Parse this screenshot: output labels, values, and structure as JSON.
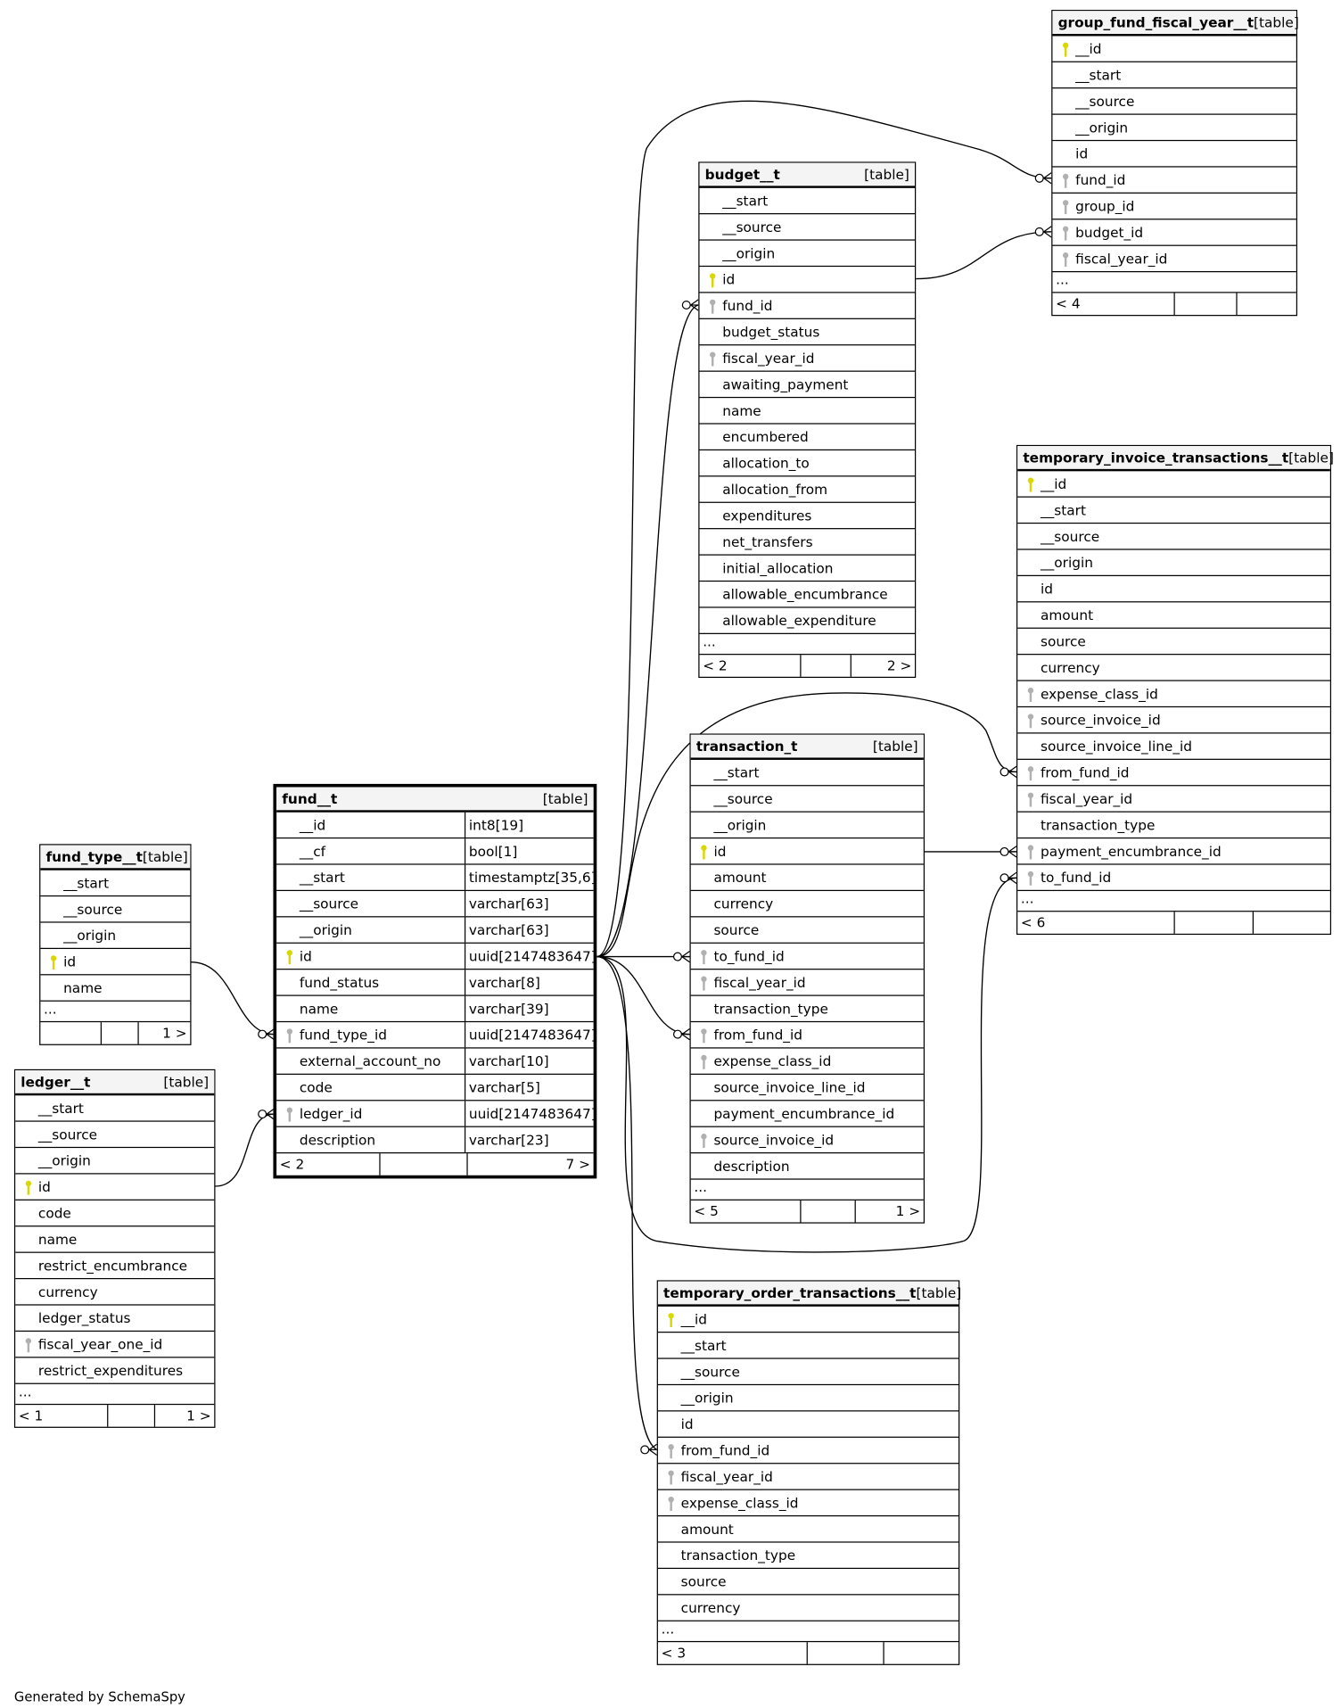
{
  "footer_note": "Generated by SchemaSpy",
  "colors": {
    "pk_key": "#d8d800",
    "fk_key": "#b0b0b0",
    "header_bg": "#f4f4f4"
  },
  "tables": [
    {
      "id": "group_fund_fiscal_year",
      "name": "group_fund_fiscal_year__t",
      "kind": "[table]",
      "columns": [
        {
          "name": "__id",
          "key": "pk"
        },
        {
          "name": "__start"
        },
        {
          "name": "__source"
        },
        {
          "name": "__origin"
        },
        {
          "name": "id"
        },
        {
          "name": "fund_id",
          "key": "fk"
        },
        {
          "name": "group_id",
          "key": "fk"
        },
        {
          "name": "budget_id",
          "key": "fk"
        },
        {
          "name": "fiscal_year_id",
          "key": "fk"
        }
      ],
      "more": "...",
      "footer": [
        "< 4",
        "",
        ""
      ]
    },
    {
      "id": "budget",
      "name": "budget__t",
      "kind": "[table]",
      "columns": [
        {
          "name": "__start"
        },
        {
          "name": "__source"
        },
        {
          "name": "__origin"
        },
        {
          "name": "id",
          "key": "pk"
        },
        {
          "name": "fund_id",
          "key": "fk"
        },
        {
          "name": "budget_status"
        },
        {
          "name": "fiscal_year_id",
          "key": "fk"
        },
        {
          "name": "awaiting_payment"
        },
        {
          "name": "name"
        },
        {
          "name": "encumbered"
        },
        {
          "name": "allocation_to"
        },
        {
          "name": "allocation_from"
        },
        {
          "name": "expenditures"
        },
        {
          "name": "net_transfers"
        },
        {
          "name": "initial_allocation"
        },
        {
          "name": "allowable_encumbrance"
        },
        {
          "name": "allowable_expenditure"
        }
      ],
      "more": "...",
      "footer": [
        "< 2",
        "",
        "2 >"
      ]
    },
    {
      "id": "temp_invoice",
      "name": "temporary_invoice_transactions__t",
      "kind": "[table]",
      "columns": [
        {
          "name": "__id",
          "key": "pk"
        },
        {
          "name": "__start"
        },
        {
          "name": "__source"
        },
        {
          "name": "__origin"
        },
        {
          "name": "id"
        },
        {
          "name": "amount"
        },
        {
          "name": "source"
        },
        {
          "name": "currency"
        },
        {
          "name": "expense_class_id",
          "key": "fk"
        },
        {
          "name": "source_invoice_id",
          "key": "fk"
        },
        {
          "name": "source_invoice_line_id"
        },
        {
          "name": "from_fund_id",
          "key": "fk"
        },
        {
          "name": "fiscal_year_id",
          "key": "fk"
        },
        {
          "name": "transaction_type"
        },
        {
          "name": "payment_encumbrance_id",
          "key": "fk"
        },
        {
          "name": "to_fund_id",
          "key": "fk"
        }
      ],
      "more": "...",
      "footer": [
        "< 6",
        "",
        ""
      ]
    },
    {
      "id": "transaction",
      "name": "transaction_t",
      "kind": "[table]",
      "columns": [
        {
          "name": "__start"
        },
        {
          "name": "__source"
        },
        {
          "name": "__origin"
        },
        {
          "name": "id",
          "key": "pk"
        },
        {
          "name": "amount"
        },
        {
          "name": "currency"
        },
        {
          "name": "source"
        },
        {
          "name": "to_fund_id",
          "key": "fk"
        },
        {
          "name": "fiscal_year_id",
          "key": "fk"
        },
        {
          "name": "transaction_type"
        },
        {
          "name": "from_fund_id",
          "key": "fk"
        },
        {
          "name": "expense_class_id",
          "key": "fk"
        },
        {
          "name": "source_invoice_line_id"
        },
        {
          "name": "payment_encumbrance_id"
        },
        {
          "name": "source_invoice_id",
          "key": "fk"
        },
        {
          "name": "description"
        }
      ],
      "more": "...",
      "footer": [
        "< 5",
        "",
        "1 >"
      ]
    },
    {
      "id": "fund",
      "name": "fund__t",
      "kind": "[table]",
      "focus": true,
      "columns": [
        {
          "name": "__id",
          "type": "int8[19]"
        },
        {
          "name": "__cf",
          "type": "bool[1]"
        },
        {
          "name": "__start",
          "type": "timestamptz[35,6]"
        },
        {
          "name": "__source",
          "type": "varchar[63]"
        },
        {
          "name": "__origin",
          "type": "varchar[63]"
        },
        {
          "name": "id",
          "key": "pk",
          "type": "uuid[2147483647]"
        },
        {
          "name": "fund_status",
          "type": "varchar[8]"
        },
        {
          "name": "name",
          "type": "varchar[39]"
        },
        {
          "name": "fund_type_id",
          "key": "fk",
          "type": "uuid[2147483647]"
        },
        {
          "name": "external_account_no",
          "type": "varchar[10]"
        },
        {
          "name": "code",
          "type": "varchar[5]"
        },
        {
          "name": "ledger_id",
          "key": "fk",
          "type": "uuid[2147483647]"
        },
        {
          "name": "description",
          "type": "varchar[23]"
        }
      ],
      "footer": [
        "< 2",
        "",
        "7 >"
      ]
    },
    {
      "id": "fund_type",
      "name": "fund_type__t",
      "kind": "[table]",
      "columns": [
        {
          "name": "__start"
        },
        {
          "name": "__source"
        },
        {
          "name": "__origin"
        },
        {
          "name": "id",
          "key": "pk"
        },
        {
          "name": "name"
        }
      ],
      "more": "...",
      "footer": [
        "",
        "",
        "1 >"
      ]
    },
    {
      "id": "ledger",
      "name": "ledger__t",
      "kind": "[table]",
      "columns": [
        {
          "name": "__start"
        },
        {
          "name": "__source"
        },
        {
          "name": "__origin"
        },
        {
          "name": "id",
          "key": "pk"
        },
        {
          "name": "code"
        },
        {
          "name": "name"
        },
        {
          "name": "restrict_encumbrance"
        },
        {
          "name": "currency"
        },
        {
          "name": "ledger_status"
        },
        {
          "name": "fiscal_year_one_id",
          "key": "fk"
        },
        {
          "name": "restrict_expenditures"
        }
      ],
      "more": "...",
      "footer": [
        "< 1",
        "",
        "1 >"
      ]
    },
    {
      "id": "temp_order",
      "name": "temporary_order_transactions__t",
      "kind": "[table]",
      "columns": [
        {
          "name": "__id",
          "key": "pk"
        },
        {
          "name": "__start"
        },
        {
          "name": "__source"
        },
        {
          "name": "__origin"
        },
        {
          "name": "id"
        },
        {
          "name": "from_fund_id",
          "key": "fk"
        },
        {
          "name": "fiscal_year_id",
          "key": "fk"
        },
        {
          "name": "expense_class_id",
          "key": "fk"
        },
        {
          "name": "amount"
        },
        {
          "name": "transaction_type"
        },
        {
          "name": "source"
        },
        {
          "name": "currency"
        }
      ],
      "more": "...",
      "footer": [
        "< 3",
        "",
        ""
      ]
    }
  ]
}
